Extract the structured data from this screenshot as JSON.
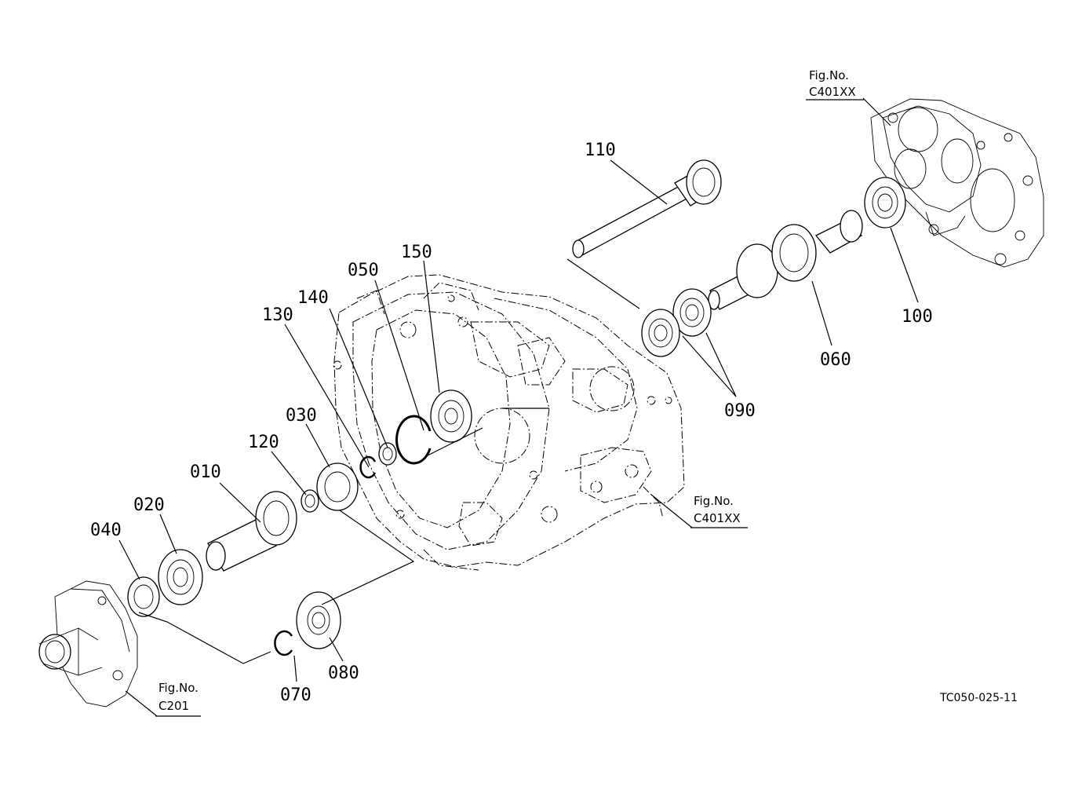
{
  "callouts": {
    "p010": "010",
    "p020": "020",
    "p030": "030",
    "p040": "040",
    "p050": "050",
    "p060": "060",
    "p070": "070",
    "p080": "080",
    "p090": "090",
    "p100": "100",
    "p110": "110",
    "p120": "120",
    "p130": "130",
    "p140": "140",
    "p150": "150"
  },
  "figure_refs": {
    "top_right": {
      "title": "Fig.No.",
      "number": "C401XX"
    },
    "mid_right": {
      "title": "Fig.No.",
      "number": "C401XX"
    },
    "bottom_left": {
      "title": "Fig.No.",
      "number": "C201"
    }
  },
  "drawing_code": "TC050-025-11"
}
